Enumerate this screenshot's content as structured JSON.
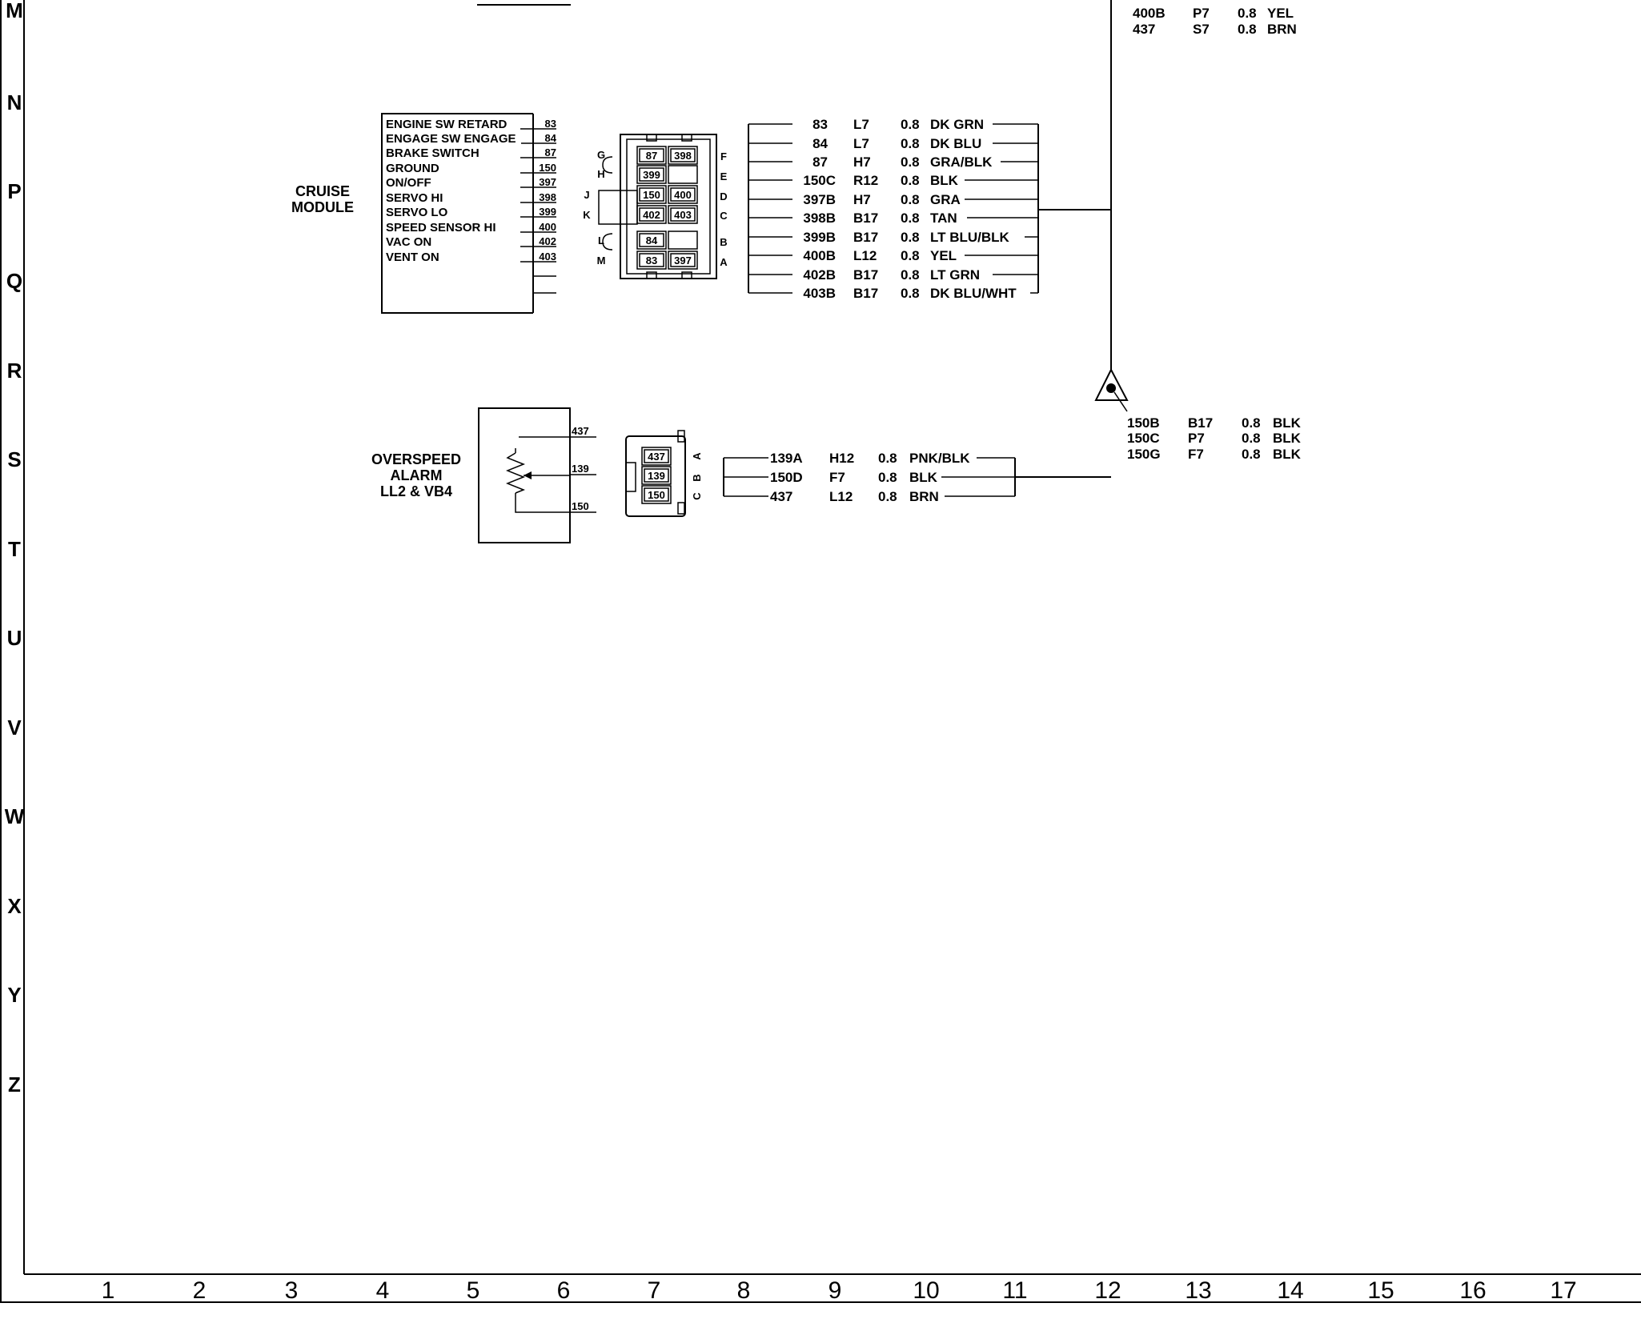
{
  "grid": {
    "rows": [
      "M",
      "N",
      "P",
      "Q",
      "R",
      "S",
      "T",
      "U",
      "V",
      "W",
      "X",
      "Y",
      "Z"
    ],
    "cols": [
      "1",
      "2",
      "3",
      "4",
      "5",
      "6",
      "7",
      "8",
      "9",
      "10",
      "11",
      "12",
      "13",
      "14",
      "15",
      "16",
      "17"
    ]
  },
  "top_wires": [
    [
      "400B",
      "P7",
      "0.8",
      "YEL"
    ],
    [
      "437",
      "S7",
      "0.8",
      "BRN"
    ]
  ],
  "cruise": {
    "title_lines": [
      "CRUISE",
      "MODULE"
    ],
    "signals": [
      [
        "ENGINE SW RETARD",
        "83"
      ],
      [
        "ENGAGE SW ENGAGE",
        "84"
      ],
      [
        "BRAKE SWITCH",
        "87"
      ],
      [
        "GROUND",
        "150"
      ],
      [
        "ON/OFF",
        "397"
      ],
      [
        "SERVO HI",
        "398"
      ],
      [
        "SERVO LO",
        "399"
      ],
      [
        "SPEED SENSOR HI",
        "400"
      ],
      [
        "VAC ON",
        "402"
      ],
      [
        "VENT ON",
        "403"
      ]
    ],
    "connector": {
      "left_letters": [
        "G",
        "H",
        "J",
        "K",
        "L",
        "M"
      ],
      "right_letters": [
        "F",
        "E",
        "D",
        "C",
        "B",
        "A"
      ],
      "cells": [
        [
          "87",
          "398"
        ],
        [
          "399",
          ""
        ],
        [
          "150",
          "400"
        ],
        [
          "402",
          "403"
        ],
        [
          "84",
          ""
        ],
        [
          "83",
          "397"
        ]
      ]
    },
    "wires": [
      [
        "83",
        "L7",
        "0.8",
        "DK GRN"
      ],
      [
        "84",
        "L7",
        "0.8",
        "DK BLU"
      ],
      [
        "87",
        "H7",
        "0.8",
        "GRA/BLK"
      ],
      [
        "150C",
        "R12",
        "0.8",
        "BLK"
      ],
      [
        "397B",
        "H7",
        "0.8",
        "GRA"
      ],
      [
        "398B",
        "B17",
        "0.8",
        "TAN"
      ],
      [
        "399B",
        "B17",
        "0.8",
        "LT BLU/BLK"
      ],
      [
        "400B",
        "L12",
        "0.8",
        "YEL"
      ],
      [
        "402B",
        "B17",
        "0.8",
        "LT GRN"
      ],
      [
        "403B",
        "B17",
        "0.8",
        "DK BLU/WHT"
      ]
    ]
  },
  "overspeed": {
    "title_lines": [
      "OVERSPEED",
      "ALARM",
      "LL2  &  VB4"
    ],
    "pins": [
      "437",
      "139",
      "150"
    ],
    "connector": {
      "cells": [
        "437",
        "139",
        "150"
      ],
      "letters": [
        "A",
        "B",
        "C"
      ]
    },
    "wires": [
      [
        "139A",
        "H12",
        "0.8",
        "PNK/BLK"
      ],
      [
        "150D",
        "F7",
        "0.8",
        "BLK"
      ],
      [
        "437",
        "L12",
        "0.8",
        "BRN"
      ]
    ]
  },
  "ground_wires": [
    [
      "150B",
      "B17",
      "0.8",
      "BLK"
    ],
    [
      "150C",
      "P7",
      "0.8",
      "BLK"
    ],
    [
      "150G",
      "F7",
      "0.8",
      "BLK"
    ]
  ]
}
